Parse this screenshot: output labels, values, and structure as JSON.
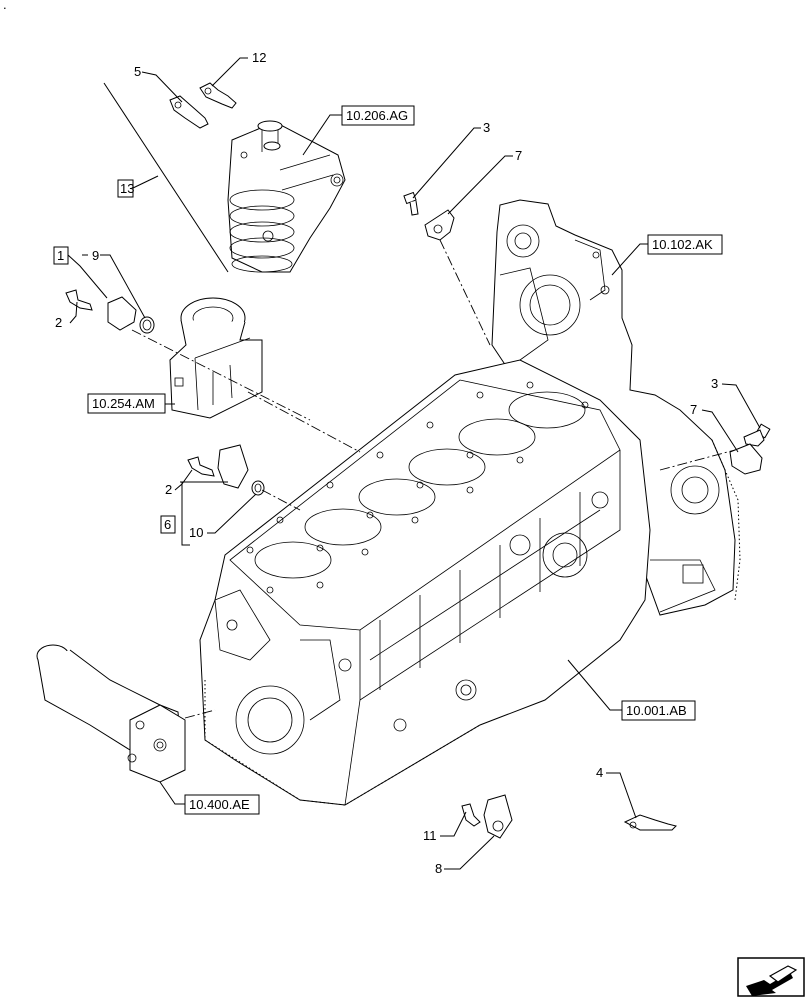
{
  "corner_mark": ".",
  "callouts": {
    "c1": "1",
    "c2a": "2",
    "c2b": "2",
    "c3a": "3",
    "c3b": "3",
    "c4": "4",
    "c5": "5",
    "c6": "6",
    "c7a": "7",
    "c7b": "7",
    "c8": "8",
    "c9": "9",
    "c10": "10",
    "c11": "11",
    "c12": "12",
    "c13": "13"
  },
  "references": {
    "r206": "10.206.AG",
    "r102": "10.102.AK",
    "r254": "10.254.AM",
    "r001": "10.001.AB",
    "r400": "10.400.AE"
  },
  "icons": {
    "nav": "arrow-nav-icon"
  }
}
